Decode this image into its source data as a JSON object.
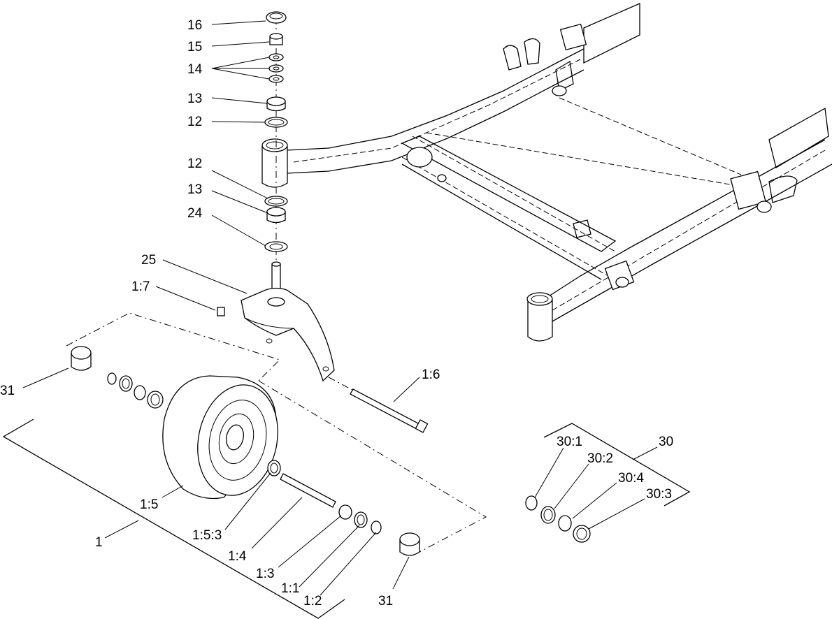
{
  "callouts": [
    {
      "id": "c16",
      "label": "16"
    },
    {
      "id": "c15",
      "label": "15"
    },
    {
      "id": "c14",
      "label": "14"
    },
    {
      "id": "c13a",
      "label": "13"
    },
    {
      "id": "c12a",
      "label": "12"
    },
    {
      "id": "c12b",
      "label": "12"
    },
    {
      "id": "c13b",
      "label": "13"
    },
    {
      "id": "c24",
      "label": "24"
    },
    {
      "id": "c25",
      "label": "25"
    },
    {
      "id": "c17",
      "label": "1:7"
    },
    {
      "id": "c31a",
      "label": "31"
    },
    {
      "id": "c16b",
      "label": "1:6"
    },
    {
      "id": "c15b",
      "label": "1:5"
    },
    {
      "id": "c1",
      "label": "1"
    },
    {
      "id": "c153",
      "label": "1:5:3"
    },
    {
      "id": "c14b",
      "label": "1:4"
    },
    {
      "id": "c13c",
      "label": "1:3"
    },
    {
      "id": "c11",
      "label": "1:1"
    },
    {
      "id": "c12c",
      "label": "1:2"
    },
    {
      "id": "c31b",
      "label": "31"
    },
    {
      "id": "c30",
      "label": "30"
    },
    {
      "id": "c301",
      "label": "30:1"
    },
    {
      "id": "c302",
      "label": "30:2"
    },
    {
      "id": "c304",
      "label": "30:4"
    },
    {
      "id": "c303",
      "label": "30:3"
    }
  ]
}
